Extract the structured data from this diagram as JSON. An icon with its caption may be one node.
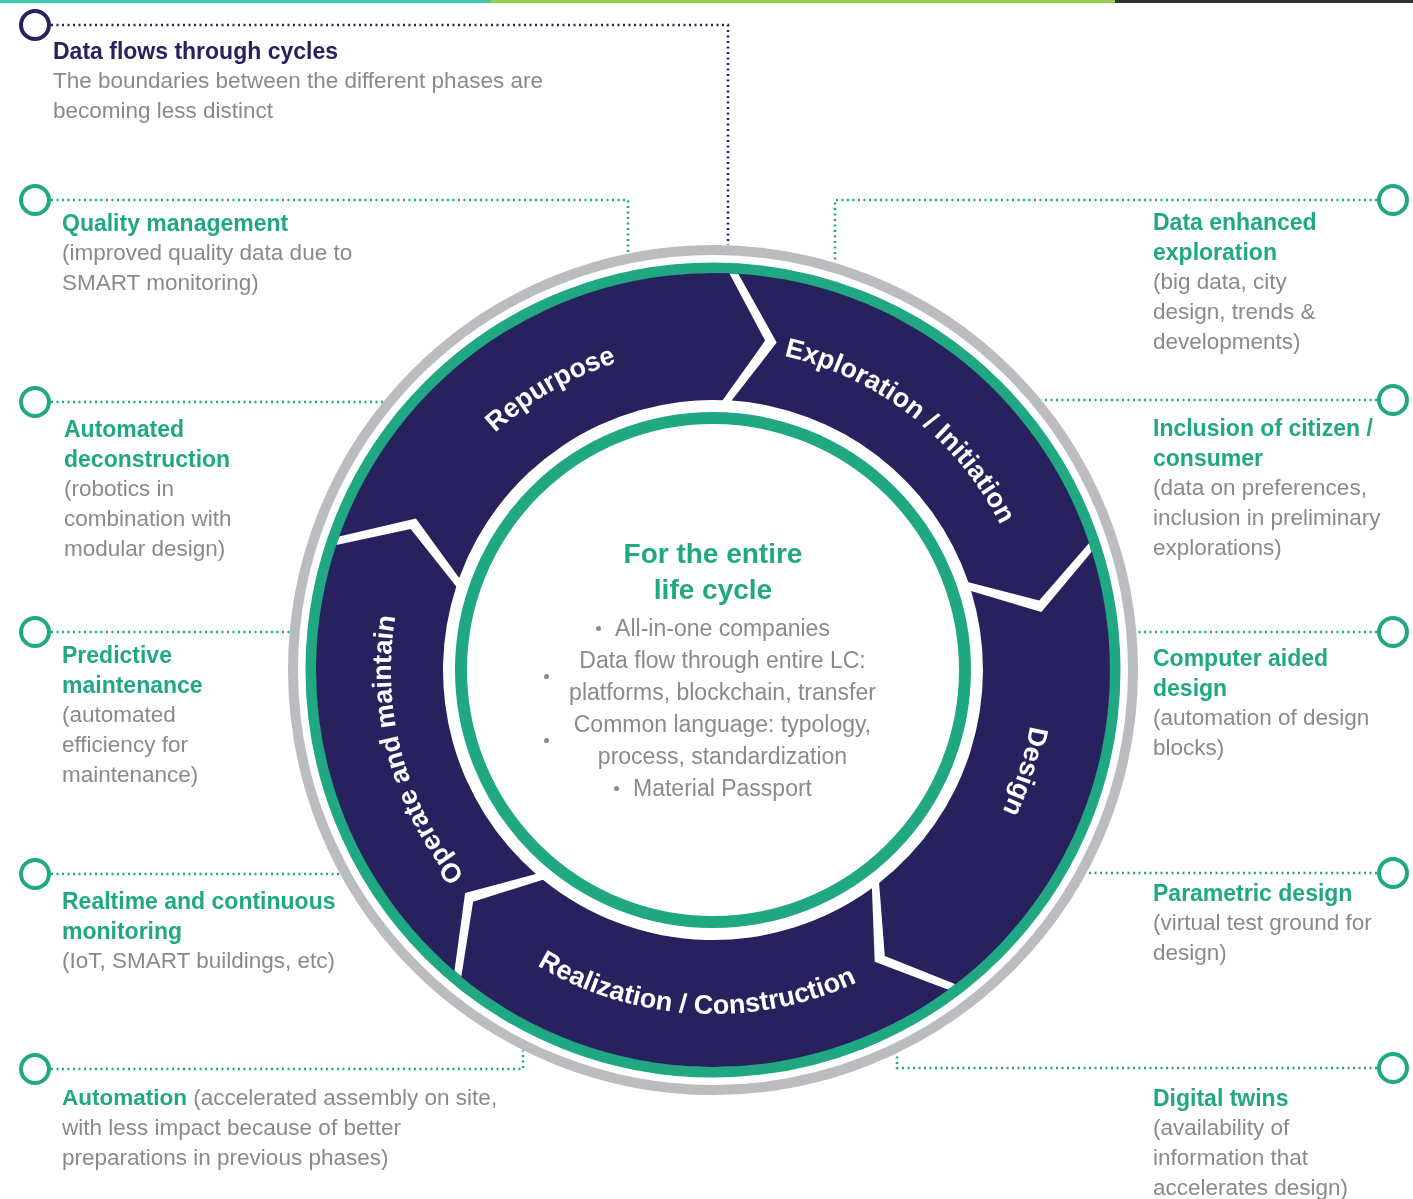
{
  "diagram": {
    "nodes": [
      {
        "text": [
          "Data flows through cycles",
          "The boundaries between the different phases are becoming less distinct"
        ]
      },
      {
        "text": [
          "Quality management",
          "(improved quality data due to SMART monitoring)"
        ]
      },
      {
        "text": [
          "Data enhanced exploration",
          "(big data, city design, trends & developments)"
        ]
      },
      {
        "text": [
          "Automated deconstruction",
          "(robotics in combination with modular design)"
        ]
      },
      {
        "text": [
          "Inclusion of citizen / consumer",
          "(data on preferences, inclusion in preliminary explorations)"
        ]
      },
      {
        "text": [
          "Predictive maintenance",
          "(automated efficiency for maintenance)"
        ]
      },
      {
        "text": [
          "Computer aided design",
          "(automation of design blocks)"
        ]
      },
      {
        "text": [
          "Realtime and continuous monitoring",
          "(IoT, SMART buildings, etc)"
        ]
      },
      {
        "text": [
          "Parametric design",
          "(virtual test ground for design)"
        ]
      },
      {
        "text": [
          "**Automation** (accelerated assembly on site, with less impact because of better preparations in previous phases)"
        ]
      },
      {
        "text": [
          "Digital twins",
          "(availability of information that accelerates design)"
        ]
      },
      {
        "text": [],
        "shape": "circle"
      },
      {
        "text": [
          "Repurpose"
        ],
        "in": 11
      },
      {
        "text": [
          "Exploration / Initiation"
        ],
        "in": 11
      },
      {
        "text": [
          "Operate and maintain"
        ],
        "in": 11
      },
      {
        "text": [
          "Design"
        ],
        "in": 11
      },
      {
        "text": [
          "Realization / Construction"
        ],
        "in": 11
      },
      {
        "text": [
          "For the entire life cycle",
          "All-in-one companies",
          "Data flow through entire LC: platforms, blockchain, transfer",
          "Common language: typology, process, standardization",
          "Material Passport"
        ],
        "in": 11
      }
    ],
    "edges": [
      {
        "from": 0,
        "to": 11,
        "arrow": "none",
        "style": "dashed",
        "color": "#27215e"
      },
      {
        "from": 1,
        "to": 11,
        "arrow": "none",
        "style": "dashed"
      },
      {
        "from": 2,
        "to": 11,
        "arrow": "none",
        "style": "dashed"
      },
      {
        "from": 3,
        "to": 11,
        "arrow": "none",
        "style": "dashed"
      },
      {
        "from": 4,
        "to": 11,
        "arrow": "none",
        "style": "dashed"
      },
      {
        "from": 5,
        "to": 11,
        "arrow": "none",
        "style": "dashed"
      },
      {
        "from": 6,
        "to": 11,
        "arrow": "none",
        "style": "dashed"
      },
      {
        "from": 7,
        "to": 11,
        "arrow": "none",
        "style": "dashed"
      },
      {
        "from": 8,
        "to": 11,
        "arrow": "none",
        "style": "dashed"
      },
      {
        "from": 9,
        "to": 11,
        "arrow": "none",
        "style": "dashed"
      },
      {
        "from": 10,
        "to": 11,
        "arrow": "none",
        "style": "dashed"
      }
    ]
  }
}
